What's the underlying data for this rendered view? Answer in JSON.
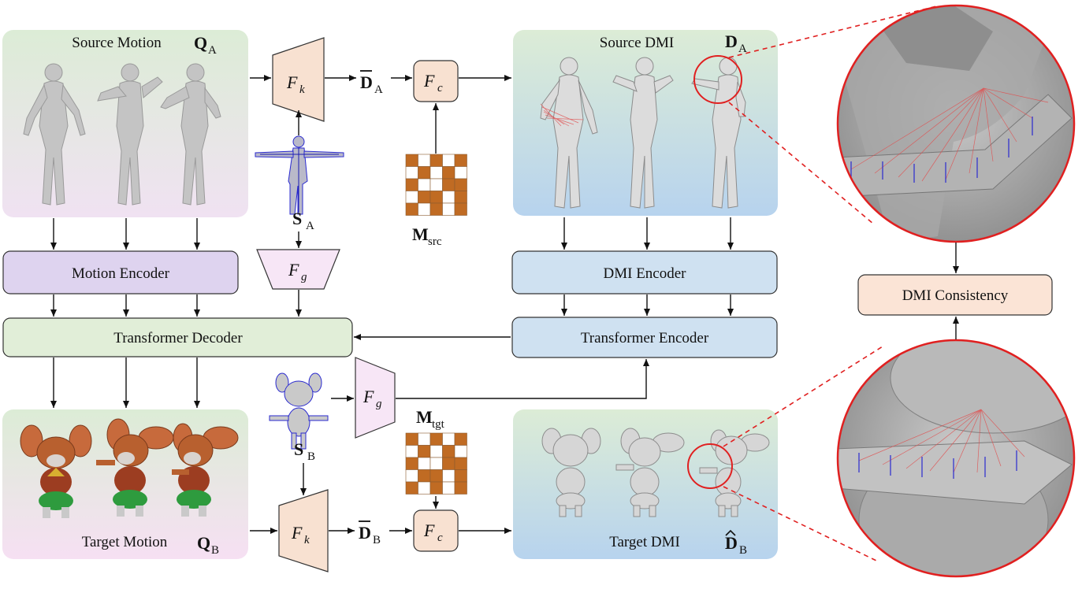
{
  "panels": {
    "source_motion": {
      "title": "Source Motion",
      "symbol": "Q",
      "sub": "A"
    },
    "source_dmi": {
      "title": "Source DMI",
      "symbol": "D",
      "sub": "A"
    },
    "target_motion": {
      "title": "Target Motion",
      "symbol": "Q",
      "sub": "B"
    },
    "target_dmi": {
      "title": "Target DMI",
      "symbol": "D",
      "sub": "B"
    }
  },
  "blocks": {
    "motion_encoder": "Motion Encoder",
    "dmi_encoder": "DMI Encoder",
    "transformer_decoder": "Transformer Decoder",
    "transformer_encoder": "Transformer Encoder",
    "dmi_consistency": "DMI Consistency"
  },
  "operators": {
    "fk": {
      "symbol": "F",
      "sub": "k"
    },
    "fc": {
      "symbol": "F",
      "sub": "c"
    },
    "fg": {
      "symbol": "F",
      "sub": "g"
    }
  },
  "labels": {
    "dbar_a": {
      "symbol": "D",
      "sub": "A"
    },
    "dbar_b": {
      "symbol": "D",
      "sub": "B"
    },
    "s_a": {
      "symbol": "S",
      "sub": "A"
    },
    "s_b": {
      "symbol": "S",
      "sub": "B"
    },
    "m_src": {
      "symbol": "M",
      "sub": "src"
    },
    "m_tgt": {
      "symbol": "M",
      "sub": "tgt"
    }
  },
  "colors": {
    "motion_encoder": "#ded3ef",
    "dmi_blocks": "#cfe1f1",
    "decoder": "#e1eed8",
    "operator": "#f8e1d1",
    "fg": "#f7e6f6",
    "consistency": "#fbe4d6",
    "mask_fill": "#c06b23",
    "zoom_ring": "#e02020",
    "dmi_lines": "#e05050"
  }
}
